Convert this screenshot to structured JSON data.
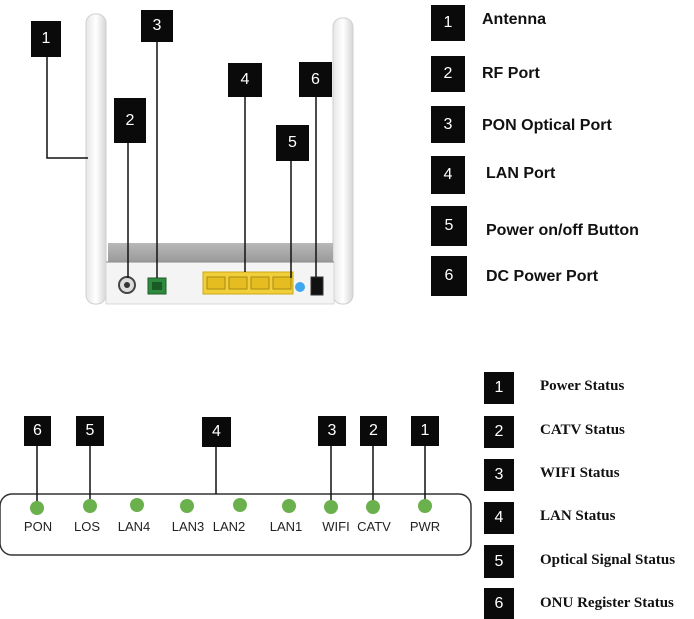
{
  "router_callouts": [
    "1",
    "2",
    "3",
    "4",
    "5",
    "6"
  ],
  "router_legend": [
    {
      "num": "1",
      "label": "Antenna"
    },
    {
      "num": "2",
      "label": "RF Port"
    },
    {
      "num": "3",
      "label": "PON Optical Port"
    },
    {
      "num": "4",
      "label": "LAN Port"
    },
    {
      "num": "5",
      "label": "Power on/off Button"
    },
    {
      "num": "6",
      "label": "DC Power Port"
    }
  ],
  "led_callouts": [
    "6",
    "5",
    "4",
    "3",
    "2",
    "1"
  ],
  "led_labels": [
    "PON",
    "LOS",
    "LAN4",
    "LAN3",
    "LAN2",
    "LAN1",
    "WIFI",
    "CATV",
    "PWR"
  ],
  "led_legend": [
    {
      "num": "1",
      "label": "Power Status"
    },
    {
      "num": "2",
      "label": "CATV Status"
    },
    {
      "num": "3",
      "label": "WIFI Status"
    },
    {
      "num": "4",
      "label": "LAN Status"
    },
    {
      "num": "5",
      "label": "Optical Signal Status"
    },
    {
      "num": "6",
      "label": "ONU Register Status"
    }
  ],
  "colors": {
    "led_green": "#6ab04c",
    "port_yellow": "#f2cf3a",
    "button_blue": "#3fa7f0",
    "callout_black": "#0a0a0a"
  }
}
